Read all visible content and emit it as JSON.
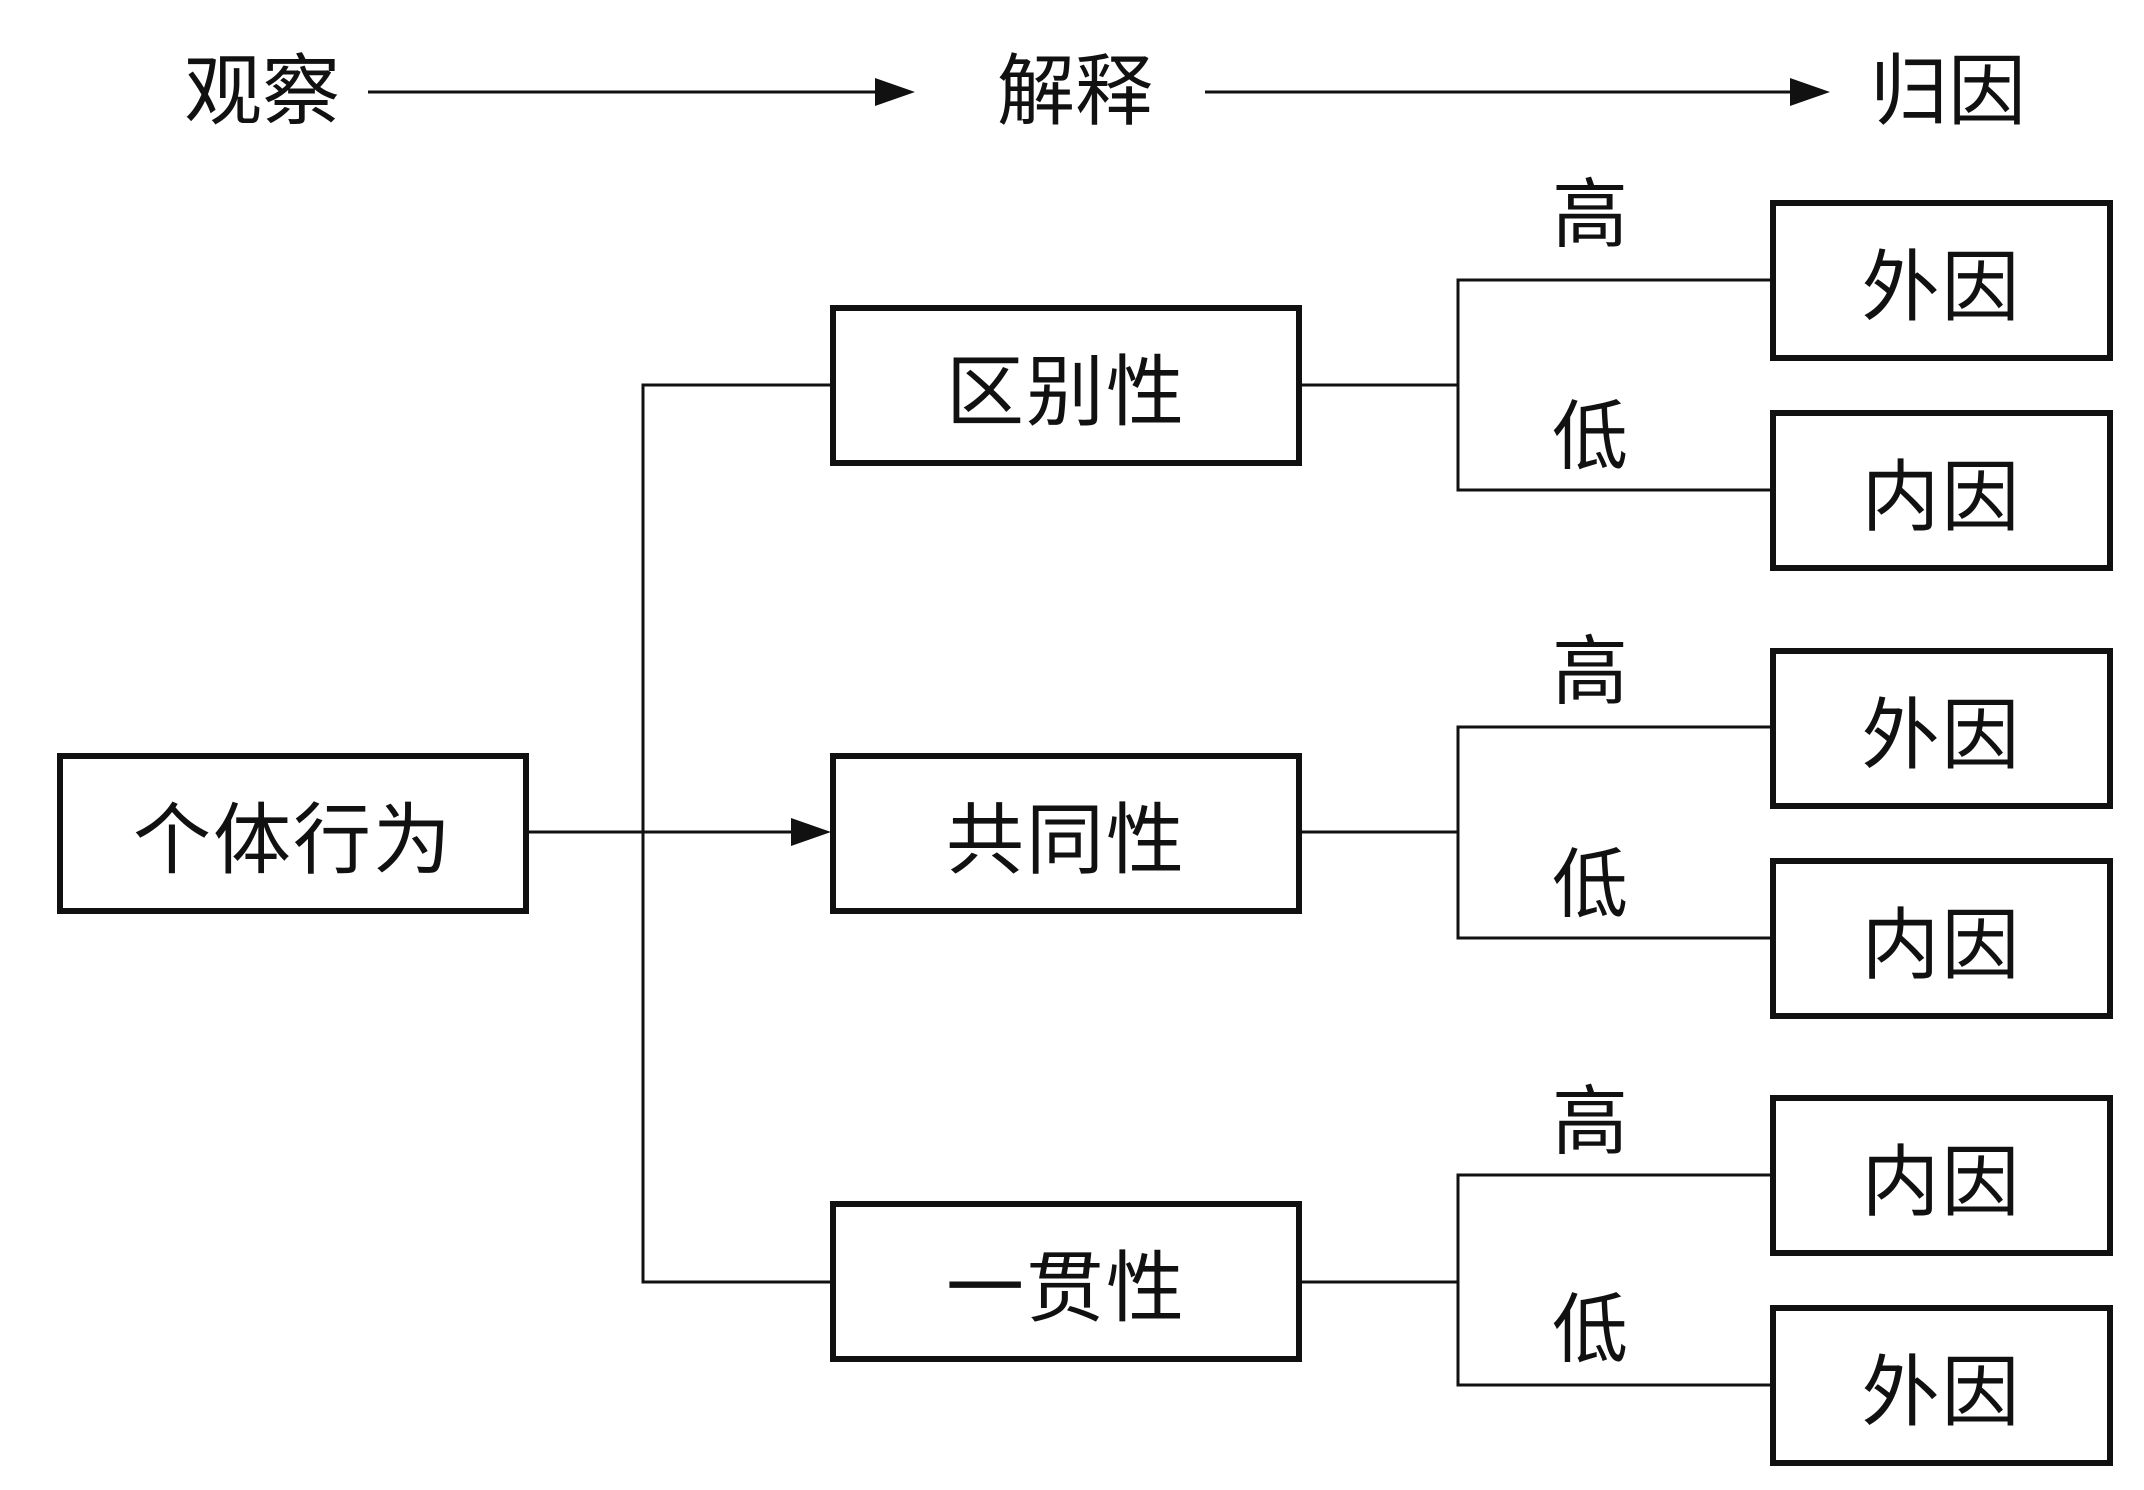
{
  "header": {
    "step1": "观察",
    "step2": "解释",
    "step3": "归因"
  },
  "root": {
    "label": "个体行为"
  },
  "criteria": [
    {
      "label": "区别性",
      "high_label": "高",
      "high_result": "外因",
      "low_label": "低",
      "low_result": "内因"
    },
    {
      "label": "共同性",
      "high_label": "高",
      "high_result": "外因",
      "low_label": "低",
      "low_result": "内因"
    },
    {
      "label": "一贯性",
      "high_label": "高",
      "high_result": "内因",
      "low_label": "低",
      "low_result": "外因"
    }
  ]
}
